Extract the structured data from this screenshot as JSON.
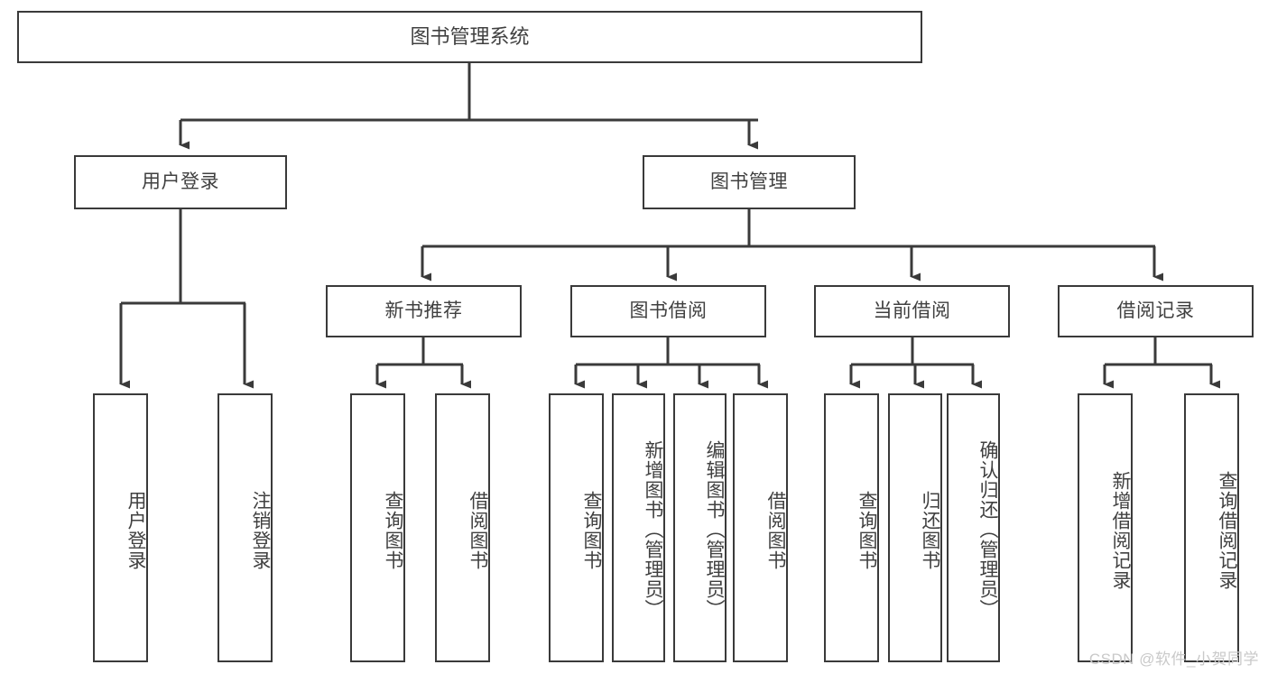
{
  "diagram": {
    "title": "图书管理系统",
    "type": "tree-hierarchy-chart",
    "watermark": "CSDN @软件_小贺同学",
    "colors": {
      "stroke": "#3a3a3a",
      "text": "#404040",
      "background": "#ffffff",
      "watermark": "#c9c9c9"
    },
    "nodes": {
      "root": {
        "label": "图书管理系统"
      },
      "level2": [
        {
          "id": "user-login",
          "label": "用户登录"
        },
        {
          "id": "book-manage",
          "label": "图书管理"
        }
      ],
      "level3": [
        {
          "id": "new-book-recommend",
          "label": "新书推荐"
        },
        {
          "id": "book-borrow",
          "label": "图书借阅"
        },
        {
          "id": "current-borrow",
          "label": "当前借阅"
        },
        {
          "id": "borrow-record",
          "label": "借阅记录"
        }
      ],
      "leaves": [
        {
          "id": "leaf-user-login",
          "label": "用户登录",
          "parent": "user-login"
        },
        {
          "id": "leaf-logout-login",
          "label": "注销登录",
          "parent": "user-login"
        },
        {
          "id": "leaf-query-book-1",
          "label": "查询图书",
          "parent": "new-book-recommend"
        },
        {
          "id": "leaf-borrow-book-1",
          "label": "借阅图书",
          "parent": "new-book-recommend"
        },
        {
          "id": "leaf-query-book-2",
          "label": "查询图书",
          "parent": "book-borrow"
        },
        {
          "id": "leaf-add-book",
          "label": "新增图书（管理员）",
          "parent": "book-borrow"
        },
        {
          "id": "leaf-edit-book",
          "label": "编辑图书（管理员）",
          "parent": "book-borrow"
        },
        {
          "id": "leaf-borrow-book-2",
          "label": "借阅图书",
          "parent": "book-borrow"
        },
        {
          "id": "leaf-query-book-3",
          "label": "查询图书",
          "parent": "current-borrow"
        },
        {
          "id": "leaf-return-book",
          "label": "归还图书",
          "parent": "current-borrow"
        },
        {
          "id": "leaf-confirm-return",
          "label": "确认归还（管理员）",
          "parent": "current-borrow"
        },
        {
          "id": "leaf-add-record",
          "label": "新增借阅记录",
          "parent": "borrow-record"
        },
        {
          "id": "leaf-query-record",
          "label": "查询借阅记录",
          "parent": "borrow-record"
        }
      ]
    }
  }
}
